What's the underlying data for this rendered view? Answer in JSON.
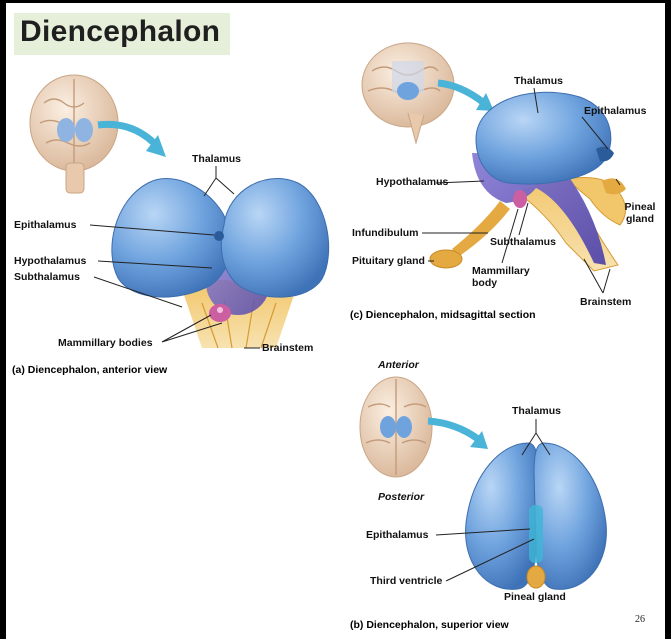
{
  "title": "Diencephalon",
  "page_number": "26",
  "colors": {
    "thalamus": "#6fa3de",
    "hypothalamus": "#6a5fc0",
    "brainstem": "#e4a940",
    "mammillary": "#cc5fa2",
    "brain": "#efd9c4",
    "arrow": "#4ab3d8",
    "title_bg": "#e5efd9"
  },
  "panel_a": {
    "caption": "(a) Diencephalon, anterior view",
    "labels": {
      "thalamus": "Thalamus",
      "epithalamus": "Epithalamus",
      "hypothalamus": "Hypothalamus",
      "subthalamus": "Subthalamus",
      "mammillary_bodies": "Mammillary bodies",
      "brainstem": "Brainstem"
    }
  },
  "panel_b": {
    "caption": "(b) Diencephalon, superior view",
    "anterior": "Anterior",
    "posterior": "Posterior",
    "labels": {
      "thalamus": "Thalamus",
      "epithalamus": "Epithalamus",
      "third_ventricle": "Third ventricle",
      "pineal_gland": "Pineal gland"
    }
  },
  "panel_c": {
    "caption": "(c) Diencephalon, midsagittal section",
    "labels": {
      "thalamus": "Thalamus",
      "epithalamus": "Epithalamus",
      "hypothalamus": "Hypothalamus",
      "pineal_gland": "Pineal gland",
      "infundibulum": "Infundibulum",
      "subthalamus": "Subthalamus",
      "pituitary_gland": "Pituitary gland",
      "mammillary_body": "Mammillary body",
      "brainstem": "Brainstem"
    }
  }
}
